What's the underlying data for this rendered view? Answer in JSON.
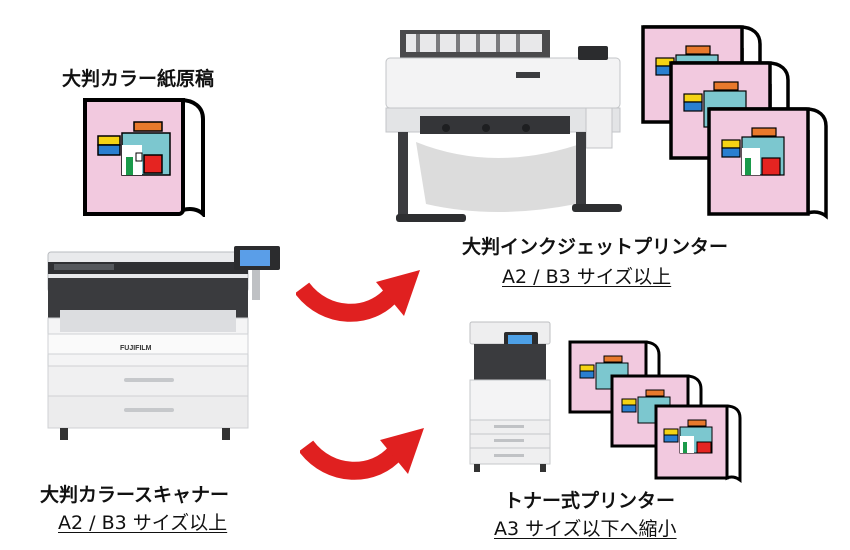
{
  "original_label": "大判カラー紙原稿",
  "scanner": {
    "name": "大判カラースキャナー",
    "size": "A2 / B3 サイズ以上",
    "brand": "FUJIFILM"
  },
  "inkjet": {
    "name": "大判インクジェットプリンター",
    "size": "A2 / B3 サイズ以上"
  },
  "toner": {
    "name": "トナー式プリンター",
    "size": "A3 サイズ以下へ縮小"
  },
  "colors": {
    "paper": "#f2c9df",
    "arrow": "#e02020",
    "orange": "#e8792c",
    "teal": "#7cc7cf",
    "yellow": "#f5d314",
    "blue": "#2a7fd0",
    "green": "#1a9a4a",
    "red": "#e52421"
  }
}
